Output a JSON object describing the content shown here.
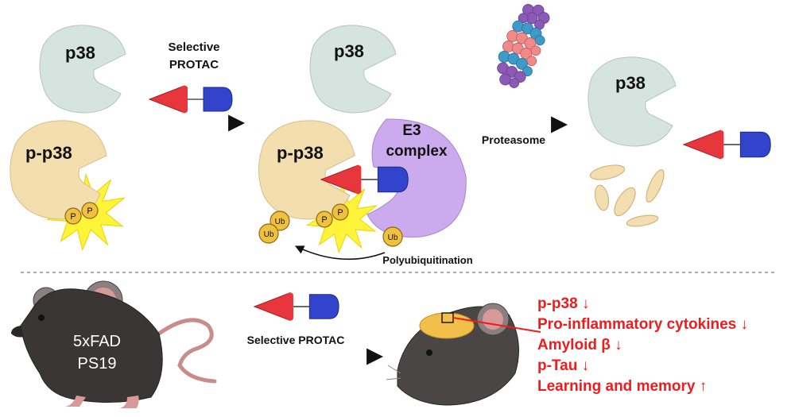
{
  "top": {
    "panel1": {
      "p38": "p38",
      "pp38": "p-p38",
      "phospho": [
        "P",
        "P"
      ]
    },
    "step1": {
      "line1": "Selective",
      "line2": "PROTAC"
    },
    "panel2": {
      "p38": "p38",
      "pp38": "p-p38",
      "e3_line1": "E3",
      "e3_line2": "complex",
      "ub": [
        "Ub",
        "Ub",
        "Ub"
      ],
      "phospho": [
        "P",
        "P"
      ],
      "polyubiquitination": "Polyubiquitination"
    },
    "step2": {
      "label": "Proteasome"
    },
    "panel3": {
      "p38": "p38"
    }
  },
  "bottom": {
    "mouse_line1": "5xFAD",
    "mouse_line2": "PS19",
    "arrow_label": "Selective PROTAC",
    "outcomes": [
      "p-p38 ↓",
      "Pro-inflammatory cytokines  ↓",
      "Amyloid β ↓",
      "p-Tau ↓",
      "Learning and memory ↑"
    ]
  },
  "colors": {
    "p38": "#d6e4e0",
    "pp38": "#f3deb0",
    "e3": "#ccaaee",
    "protac_red": "#e8373c",
    "protac_blue": "#3344cc",
    "outcome_text": "#ee1c1c",
    "burst": "#fff43a"
  }
}
